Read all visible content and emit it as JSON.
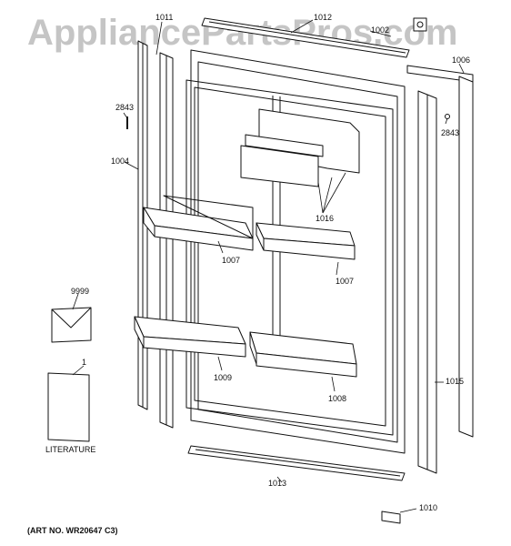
{
  "watermark": "AppliancePartsPros.com",
  "art_number": "(ART NO. WR20647 C3)",
  "literature_label": "LITERATURE",
  "callouts": {
    "p1011": "1011",
    "p1012": "1012",
    "p1002": "1002",
    "p1006": "1006",
    "p2843a": "2843",
    "p2843b": "2843",
    "p1004": "1004",
    "p1016": "1016",
    "p1007a": "1007",
    "p1007b": "1007",
    "p9999": "9999",
    "p1": "1",
    "p1009": "1009",
    "p1008": "1008",
    "p1015": "1015",
    "p1013": "1013",
    "p1010": "1010"
  }
}
